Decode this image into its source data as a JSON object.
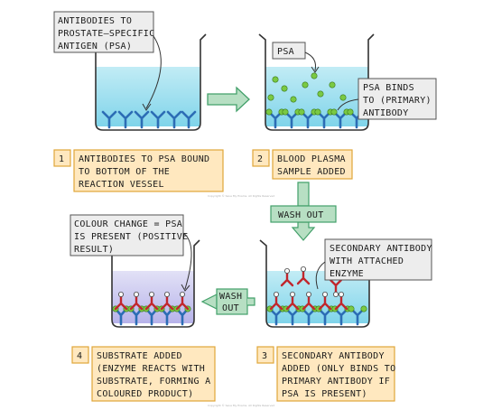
{
  "colors": {
    "liquid_top": "#c2ecf5",
    "liquid_bottom": "#7fd4ea",
    "liquid_purple_top": "#d9d9f4",
    "liquid_purple_bottom": "#b7b3ea",
    "antibody": "#2c6db5",
    "psa": "#7ac943",
    "enzyme": "#c1272d",
    "label_box": "#ffe8bf",
    "label_border": "#e0a63a",
    "callout_box": "#ededed",
    "arrow_fill": "#b7dfc3",
    "arrow_stroke": "#43a06a"
  },
  "callouts": {
    "antibodies": [
      "ANTIBODIES TO",
      "PROSTATE–SPECIFIC",
      "ANTIGEN (PSA)"
    ],
    "psa": [
      "PSA"
    ],
    "psa_binds": [
      "PSA BINDS",
      "TO (PRIMARY)",
      "ANTIBODY"
    ],
    "colour_change": [
      "COLOUR CHANGE = PSA",
      "IS PRESENT (POSITIVE",
      "RESULT)"
    ],
    "secondary": [
      "SECONDARY ANTIBODY",
      "WITH ATTACHED",
      "ENZYME"
    ]
  },
  "steps": [
    {
      "number": "1",
      "lines": [
        "ANTIBODIES TO PSA BOUND",
        "TO BOTTOM OF THE",
        "REACTION VESSEL"
      ]
    },
    {
      "number": "2",
      "lines": [
        "BLOOD PLASMA",
        "SAMPLE ADDED"
      ]
    },
    {
      "number": "3",
      "lines": [
        "SECONDARY ANTIBODY",
        "ADDED (ONLY BINDS TO",
        "PRIMARY ANTIBODY IF",
        "PSA IS PRESENT)"
      ]
    },
    {
      "number": "4",
      "lines": [
        "SUBSTRATE ADDED",
        "(ENZYME REACTS WITH",
        "SUBSTRATE, FORMING A",
        "COLOURED PRODUCT)"
      ]
    }
  ],
  "arrows": {
    "wash_out_1": [
      "WASH OUT"
    ],
    "wash_out_2": [
      "WASH",
      "OUT"
    ]
  },
  "copyright": "Copyright © Save My Exams. All Rights Reserved"
}
